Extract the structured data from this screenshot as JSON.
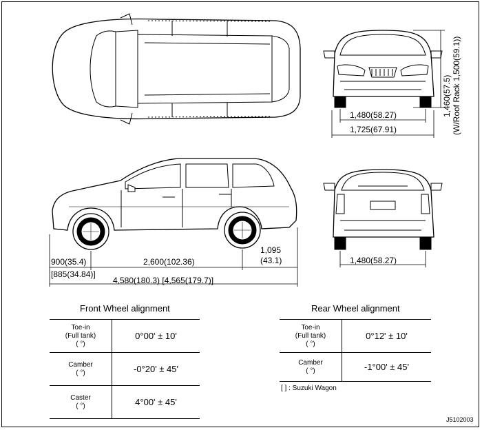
{
  "dimensions": {
    "height_value": "1,460(57.5)",
    "height_roof": "(W/Roof Rack 1,500(59.1))",
    "front_track": "1,480(58.27)",
    "width": "1,725(67.91)",
    "front_overhang": "900(35.4)",
    "front_overhang_alt": "[885(34.84)]",
    "wheelbase": "2,600(102.36)",
    "rear_overhang_mm": "1,095",
    "rear_overhang_in": "(43.1)",
    "length": "4,580(180.3) [4,565(179.7)]",
    "rear_track": "1,480(58.27)"
  },
  "front_alignment": {
    "title": "Front Wheel alignment",
    "rows": [
      {
        "param": [
          "Toe-in",
          "(Full tank)",
          "( °)"
        ],
        "value": "0°00' ± 10'"
      },
      {
        "param": [
          "Camber",
          "( °)"
        ],
        "value": "-0°20' ± 45'"
      },
      {
        "param": [
          "Caster",
          "( °)"
        ],
        "value": "4°00' ± 45'"
      }
    ]
  },
  "rear_alignment": {
    "title": "Rear Wheel alignment",
    "rows": [
      {
        "param": [
          "Toe-in",
          "(Full tank)",
          "( °)"
        ],
        "value": "0°12' ± 10'"
      },
      {
        "param": [
          "Camber",
          "( °)"
        ],
        "value": "-1°00' ± 45'"
      }
    ]
  },
  "note": "[    ] : Suzuki Wagon",
  "figure_code": "J5102003"
}
